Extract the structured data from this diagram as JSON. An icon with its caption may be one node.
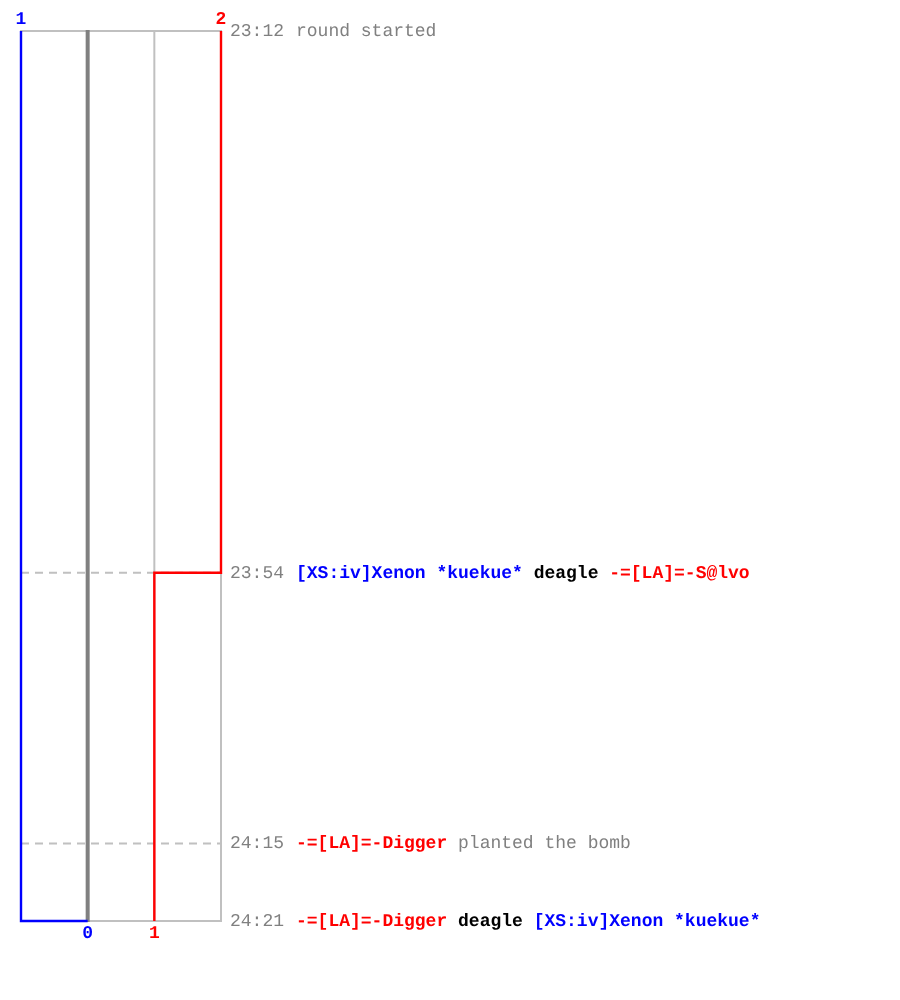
{
  "diagram": {
    "labels": [
      "round started",
      "[XS:iv]Xenon *kuekue*",
      "deagle",
      "-=[LA]=-S@lvo",
      "-=[LA]=-Digger",
      "planted the bomb",
      "-=[LA]=-Digger",
      "deagle",
      "[XS:iv]Xenon *kuekue*",
      "0",
      "1"
    ],
    "chart_data": {
      "type": "line",
      "orientation": "horizontal",
      "x": [
        1392,
        1434,
        1434,
        1455,
        1461,
        1461
      ],
      "xlim": [
        -1,
        2
      ],
      "ylim": [
        1461,
        1392
      ],
      "xticks": [
        {
          "value": -1,
          "label": "1"
        },
        {
          "value": 2,
          "label": "2"
        }
      ],
      "yticks": [
        {
          "value": 1392,
          "label": "23:12"
        },
        {
          "value": 1434,
          "label": "23:54"
        },
        {
          "value": 1455,
          "label": "24:15"
        },
        {
          "value": 1461,
          "label": "24:21"
        }
      ],
      "ref_lines": [
        {
          "axis": "x",
          "value": 0,
          "color": "#808080"
        },
        {
          "axis": "x",
          "value": 1,
          "color": "#c0c0c0"
        }
      ],
      "series": [
        {
          "color": "#0000ff",
          "values": [
            -1,
            -1,
            -1,
            -1,
            -1,
            0
          ]
        },
        {
          "color": "#ff0000",
          "values": [
            2,
            2,
            1,
            1,
            1,
            1
          ]
        }
      ]
    }
  }
}
